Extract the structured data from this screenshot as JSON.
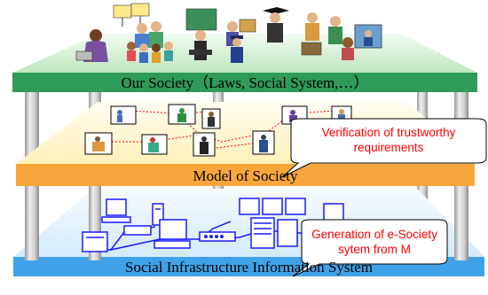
{
  "diagram": {
    "layers": [
      {
        "id": "society",
        "label": "Our Society（Laws, Social System,…）",
        "color": "#2e9b5a",
        "top_color": "#d2efd2"
      },
      {
        "id": "model",
        "label": "Model of Society",
        "color": "#f7a63c",
        "top_color": "#fff7d6"
      },
      {
        "id": "infrastructure",
        "label": "Social Infrastructure Information System",
        "color": "#3fa2e8",
        "top_color": "#e4f2fb"
      }
    ],
    "callouts": [
      {
        "id": "verification",
        "lines": [
          "Verification of trustworthy",
          "requirements"
        ],
        "text_color": "#ff0000"
      },
      {
        "id": "generation",
        "lines": [
          "Generation of e-Society",
          "sytem from M"
        ],
        "text_color": "#ff0000"
      }
    ],
    "icons": {
      "society": [
        "people-clipart-icon",
        "family-icon",
        "teacher-icon",
        "business-meeting-icon",
        "police-officer-icon",
        "graduate-icon",
        "worker-icon",
        "computer-user-icon"
      ],
      "model": [
        "model-person-icon"
      ],
      "infrastructure": [
        "computer-network-icon",
        "server-icon",
        "terminal-icon"
      ]
    }
  }
}
